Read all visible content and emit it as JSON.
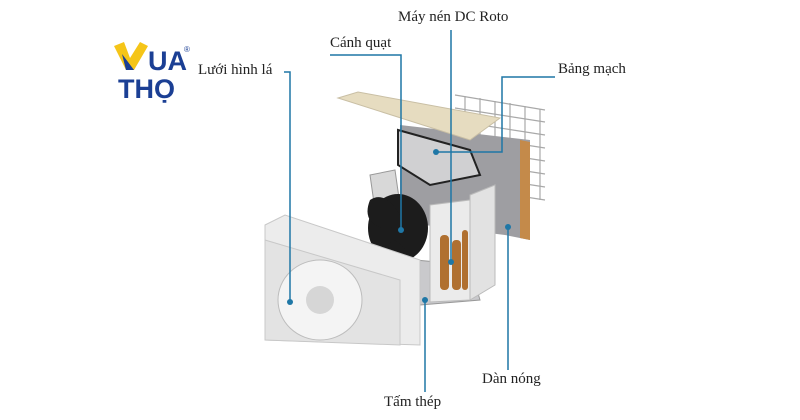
{
  "logo": {
    "text_top": "UA",
    "text_bottom": "THỌ",
    "mark": "®",
    "brand_blue": "#1b3f94",
    "brand_yellow": "#f5c518"
  },
  "labels": {
    "luoi": "Lưới hình lá",
    "canh_quat": "Cánh quạt",
    "may_nen": "Máy nén DC Roto",
    "bang_mach": "Bảng mạch",
    "dan_nong": "Dàn nóng",
    "tam_thep": "Tấm thép"
  },
  "colors": {
    "leader": "#1f77a6"
  }
}
